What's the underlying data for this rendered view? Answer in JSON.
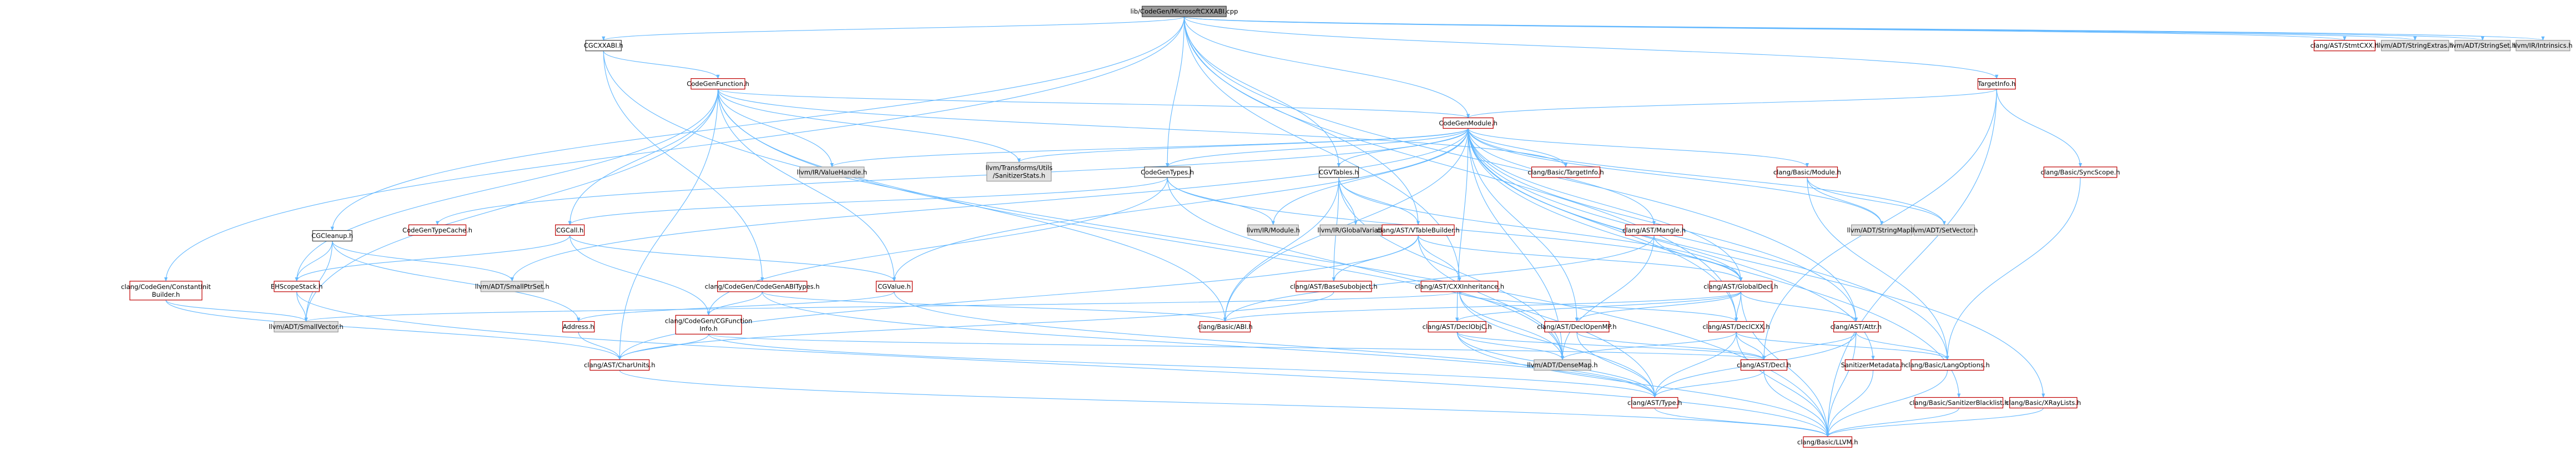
{
  "colors": {
    "root_fill": "#999999",
    "node_fill": "#ffffff",
    "node_border_red": "#bf0000",
    "leaf_fill": "#e0e0e0",
    "leaf_border": "#999999",
    "edge_blue": "#63b8ff",
    "edge_gray": "#404040"
  },
  "nodes": [
    {
      "id": "root",
      "label": "lib/CodeGen/MicrosoftCXXABI.cpp",
      "kind": "root"
    },
    {
      "id": "cgcxxabi",
      "label": "CGCXXABI.h",
      "kind": "plain"
    },
    {
      "id": "codegenfunction",
      "label": "CodeGenFunction.h",
      "kind": "red"
    },
    {
      "id": "codegenmodule",
      "label": "CodeGenModule.h",
      "kind": "red"
    },
    {
      "id": "targetinfo",
      "label": "TargetInfo.h",
      "kind": "red"
    },
    {
      "id": "stmtcxx",
      "label": "clang/AST/StmtCXX.h",
      "kind": "red"
    },
    {
      "id": "stringextras",
      "label": "llvm/ADT/StringExtras.h",
      "kind": "leaf"
    },
    {
      "id": "stringset",
      "label": "llvm/ADT/StringSet.h",
      "kind": "leaf"
    },
    {
      "id": "intrinsics",
      "label": "llvm/IR/Intrinsics.h",
      "kind": "leaf"
    },
    {
      "id": "cgcleanup",
      "label": "CGCleanup.h",
      "kind": "plain"
    },
    {
      "id": "constinitbuilder",
      "label": "clang/CodeGen/ConstantInit\nBuilder.h",
      "kind": "red"
    },
    {
      "id": "codegentypes",
      "label": "CodeGenTypes.h",
      "kind": "plain"
    },
    {
      "id": "cgvtables",
      "label": "CGVTables.h",
      "kind": "plain"
    },
    {
      "id": "ehscopestack",
      "label": "EHScopeStack.h",
      "kind": "red"
    },
    {
      "id": "valuehandle",
      "label": "llvm/IR/ValueHandle.h",
      "kind": "leaf"
    },
    {
      "id": "sanitizerstats",
      "label": "llvm/Transforms/Utils\n/SanitizerStats.h",
      "kind": "leaf"
    },
    {
      "id": "basictargetinfo",
      "label": "clang/Basic/TargetInfo.h",
      "kind": "red"
    },
    {
      "id": "syncscope",
      "label": "clang/Basic/SyncScope.h",
      "kind": "red"
    },
    {
      "id": "basicmodule",
      "label": "clang/Basic/Module.h",
      "kind": "red"
    },
    {
      "id": "codegentypecache",
      "label": "CodeGenTypeCache.h",
      "kind": "red"
    },
    {
      "id": "irmodule",
      "label": "llvm/IR/Module.h",
      "kind": "leaf"
    },
    {
      "id": "globalvariable",
      "label": "llvm/IR/GlobalVariable.h",
      "kind": "leaf"
    },
    {
      "id": "vtablebuilder",
      "label": "clang/AST/VTableBuilder.h",
      "kind": "red"
    },
    {
      "id": "mangle",
      "label": "clang/AST/Mangle.h",
      "kind": "red"
    },
    {
      "id": "stringmap",
      "label": "llvm/ADT/StringMap.h",
      "kind": "leaf"
    },
    {
      "id": "setvector",
      "label": "llvm/ADT/SetVector.h",
      "kind": "leaf"
    },
    {
      "id": "cgcall",
      "label": "CGCall.h",
      "kind": "red"
    },
    {
      "id": "smallptrset",
      "label": "llvm/ADT/SmallPtrSet.h",
      "kind": "leaf"
    },
    {
      "id": "codegenabitypes",
      "label": "clang/CodeGen/CodeGenABITypes.h",
      "kind": "red"
    },
    {
      "id": "cgvalue",
      "label": "CGValue.h",
      "kind": "red"
    },
    {
      "id": "basesubobject",
      "label": "clang/AST/BaseSubobject.h",
      "kind": "red"
    },
    {
      "id": "cxxinheritance",
      "label": "clang/AST/CXXInheritance.h",
      "kind": "red"
    },
    {
      "id": "globaldecl",
      "label": "clang/AST/GlobalDecl.h",
      "kind": "red"
    },
    {
      "id": "smallvector",
      "label": "llvm/ADT/SmallVector.h",
      "kind": "leaf"
    },
    {
      "id": "address",
      "label": "Address.h",
      "kind": "red"
    },
    {
      "id": "cgfunctioninfo",
      "label": "clang/CodeGen/CGFunction\nInfo.h",
      "kind": "red"
    },
    {
      "id": "basicabi",
      "label": "clang/Basic/ABI.h",
      "kind": "red"
    },
    {
      "id": "declobjc",
      "label": "clang/AST/DeclObjC.h",
      "kind": "red"
    },
    {
      "id": "declopenmp",
      "label": "clang/AST/DeclOpenMP.h",
      "kind": "red"
    },
    {
      "id": "declcxx",
      "label": "clang/AST/DeclCXX.h",
      "kind": "red"
    },
    {
      "id": "asttattr",
      "label": "clang/AST/Attr.h",
      "kind": "red"
    },
    {
      "id": "charunits",
      "label": "clang/AST/CharUnits.h",
      "kind": "red"
    },
    {
      "id": "densemap",
      "label": "llvm/ADT/DenseMap.h",
      "kind": "leaf"
    },
    {
      "id": "astdecl",
      "label": "clang/AST/Decl.h",
      "kind": "red"
    },
    {
      "id": "sanitizermetadata",
      "label": "SanitizerMetadata.h",
      "kind": "red"
    },
    {
      "id": "langoptions",
      "label": "clang/Basic/LangOptions.h",
      "kind": "red"
    },
    {
      "id": "asttype",
      "label": "clang/AST/Type.h",
      "kind": "red"
    },
    {
      "id": "sanitizerblacklist",
      "label": "clang/Basic/SanitizerBlacklist.h",
      "kind": "red"
    },
    {
      "id": "xraylists",
      "label": "clang/Basic/XRayLists.h",
      "kind": "red"
    },
    {
      "id": "basicllvm",
      "label": "clang/Basic/LLVM.h",
      "kind": "red"
    }
  ],
  "edges": [
    [
      "root",
      "cgcxxabi"
    ],
    [
      "root",
      "codegenmodule"
    ],
    [
      "root",
      "targetinfo"
    ],
    [
      "root",
      "stmtcxx"
    ],
    [
      "root",
      "stringextras"
    ],
    [
      "root",
      "stringset"
    ],
    [
      "root",
      "intrinsics"
    ],
    [
      "root",
      "cgcleanup"
    ],
    [
      "root",
      "constinitbuilder"
    ],
    [
      "root",
      "codegentypes"
    ],
    [
      "root",
      "cgvtables"
    ],
    [
      "root",
      "vtablebuilder"
    ],
    [
      "root",
      "cxxinheritance"
    ],
    [
      "root",
      "declcxx"
    ],
    [
      "root",
      "asttattr"
    ],
    [
      "cgcxxabi",
      "codegenfunction"
    ],
    [
      "cgcxxabi",
      "codegenabitypes"
    ],
    [
      "cgcxxabi",
      "basicllvm"
    ],
    [
      "codegenfunction",
      "codegenmodule"
    ],
    [
      "codegenfunction",
      "cgvalue"
    ],
    [
      "codegenfunction",
      "valuehandle"
    ],
    [
      "codegenfunction",
      "sanitizerstats"
    ],
    [
      "codegenfunction",
      "ehscopestack"
    ],
    [
      "codegenfunction",
      "smallvector"
    ],
    [
      "codegenfunction",
      "charunits"
    ],
    [
      "codegenfunction",
      "basicabi"
    ],
    [
      "codegenfunction",
      "basictargetinfo"
    ],
    [
      "codegenfunction",
      "cgcall"
    ],
    [
      "codegenfunction",
      "asttype"
    ],
    [
      "codegenmodule",
      "codegentypes"
    ],
    [
      "codegenmodule",
      "cgvtables"
    ],
    [
      "codegenmodule",
      "codegentypecache"
    ],
    [
      "codegenmodule",
      "basicmodule"
    ],
    [
      "codegenmodule",
      "basictargetinfo"
    ],
    [
      "codegenmodule",
      "mangle"
    ],
    [
      "codegenmodule",
      "globaldecl"
    ],
    [
      "codegenmodule",
      "declcxx"
    ],
    [
      "codegenmodule",
      "declobjc"
    ],
    [
      "codegenmodule",
      "declopenmp"
    ],
    [
      "codegenmodule",
      "asttattr"
    ],
    [
      "codegenmodule",
      "sanitizermetadata"
    ],
    [
      "codegenmodule",
      "langoptions"
    ],
    [
      "codegenmodule",
      "sanitizerblacklist"
    ],
    [
      "codegenmodule",
      "xraylists"
    ],
    [
      "codegenmodule",
      "stringmap"
    ],
    [
      "codegenmodule",
      "setvector"
    ],
    [
      "codegenmodule",
      "smallptrset"
    ],
    [
      "codegenmodule",
      "valuehandle"
    ],
    [
      "codegenmodule",
      "sanitizerstats"
    ],
    [
      "codegenmodule",
      "irmodule"
    ],
    [
      "codegenmodule",
      "densemap"
    ],
    [
      "codegenmodule",
      "basicabi"
    ],
    [
      "codegenmodule",
      "cgvalue"
    ],
    [
      "targetinfo",
      "codegenmodule"
    ],
    [
      "targetinfo",
      "syncscope"
    ],
    [
      "targetinfo",
      "basicllvm"
    ],
    [
      "targetinfo",
      "astdecl"
    ],
    [
      "cgcleanup",
      "ehscopestack"
    ],
    [
      "cgcleanup",
      "address"
    ],
    [
      "cgcleanup",
      "smallptrset"
    ],
    [
      "cgcleanup",
      "smallvector"
    ],
    [
      "constinitbuilder",
      "smallvector"
    ],
    [
      "constinitbuilder",
      "charunits"
    ],
    [
      "codegentypes",
      "cgcall"
    ],
    [
      "codegentypes",
      "irmodule"
    ],
    [
      "codegentypes",
      "globaldecl"
    ],
    [
      "codegentypes",
      "densemap"
    ],
    [
      "codegentypes",
      "cgfunctioninfo"
    ],
    [
      "cgvtables",
      "vtablebuilder"
    ],
    [
      "cgvtables",
      "globaldecl"
    ],
    [
      "cgvtables",
      "globalvariable"
    ],
    [
      "cgvtables",
      "basicabi"
    ],
    [
      "cgvtables",
      "densemap"
    ],
    [
      "cgvtables",
      "basesubobject"
    ],
    [
      "ehscopestack",
      "smallvector"
    ],
    [
      "ehscopestack",
      "basicllvm"
    ],
    [
      "vtablebuilder",
      "basesubobject"
    ],
    [
      "vtablebuilder",
      "cxxinheritance"
    ],
    [
      "vtablebuilder",
      "globaldecl"
    ],
    [
      "vtablebuilder",
      "densemap"
    ],
    [
      "vtablebuilder",
      "charunits"
    ],
    [
      "mangle",
      "globaldecl"
    ],
    [
      "mangle",
      "basicabi"
    ],
    [
      "mangle",
      "densemap"
    ],
    [
      "basicmodule",
      "stringmap"
    ],
    [
      "basicmodule",
      "setvector"
    ],
    [
      "basicmodule",
      "langoptions"
    ],
    [
      "cgcall",
      "cgvalue"
    ],
    [
      "cgcall",
      "ehscopestack"
    ],
    [
      "cgcall",
      "cgfunctioninfo"
    ],
    [
      "codegenabitypes",
      "cgfunctioninfo"
    ],
    [
      "codegenabitypes",
      "basicabi"
    ],
    [
      "codegenabitypes",
      "asttype"
    ],
    [
      "cgvalue",
      "address"
    ],
    [
      "cgvalue",
      "asttype"
    ],
    [
      "basesubobject",
      "charunits"
    ],
    [
      "cxxinheritance",
      "declcxx"
    ],
    [
      "cxxinheritance",
      "densemap"
    ],
    [
      "cxxinheritance",
      "smallvector"
    ],
    [
      "cxxinheritance",
      "asttype"
    ],
    [
      "globaldecl",
      "declobjc"
    ],
    [
      "globaldecl",
      "declopenmp"
    ],
    [
      "globaldecl",
      "declcxx"
    ],
    [
      "globaldecl",
      "basicabi"
    ],
    [
      "globaldecl",
      "asttattr"
    ],
    [
      "globaldecl",
      "basicllvm"
    ],
    [
      "address",
      "charunits"
    ],
    [
      "cgfunctioninfo",
      "asttype"
    ],
    [
      "cgfunctioninfo",
      "charunits"
    ],
    [
      "cgfunctioninfo",
      "astdecl"
    ],
    [
      "declobjc",
      "astdecl"
    ],
    [
      "declobjc",
      "densemap"
    ],
    [
      "declobjc",
      "asttype"
    ],
    [
      "declobjc",
      "basicllvm"
    ],
    [
      "declopenmp",
      "astdecl"
    ],
    [
      "declopenmp",
      "asttype"
    ],
    [
      "declcxx",
      "astdecl"
    ],
    [
      "declcxx",
      "densemap"
    ],
    [
      "declcxx",
      "langoptions"
    ],
    [
      "declcxx",
      "asttype"
    ],
    [
      "declcxx",
      "basicllvm"
    ],
    [
      "asttattr",
      "astdecl"
    ],
    [
      "asttattr",
      "langoptions"
    ],
    [
      "asttattr",
      "asttype"
    ],
    [
      "asttattr",
      "basicllvm"
    ],
    [
      "charunits",
      "basicllvm"
    ],
    [
      "astdecl",
      "asttype"
    ],
    [
      "astdecl",
      "basicllvm"
    ],
    [
      "sanitizermetadata",
      "basicllvm"
    ],
    [
      "langoptions",
      "basicllvm"
    ],
    [
      "asttype",
      "basicllvm"
    ],
    [
      "sanitizerblacklist",
      "basicllvm"
    ],
    [
      "xraylists",
      "basicllvm"
    ],
    [
      "syncscope",
      "langoptions"
    ]
  ]
}
